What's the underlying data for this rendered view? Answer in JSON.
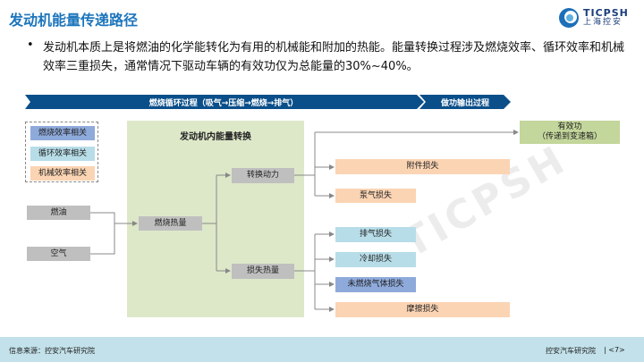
{
  "header": {
    "title": "发动机能量传递路径",
    "logo_en": "TICPSH",
    "logo_cn": "上海控安"
  },
  "bullet": {
    "marker": "•",
    "text": "发动机本质上是将燃油的化学能转化为有用的机械能和附加的热能。能量转换过程涉及燃烧效率、循环效率和机械效率三重损失，通常情况下驱动车辆的有效功仅为总能量的30%~40%。"
  },
  "banners": {
    "combustion": "燃烧循环过程（吸气→压缩→燃烧→排气）",
    "output": "做功输出过程"
  },
  "legend": [
    "燃烧效率相关",
    "循环效率相关",
    "机械效率相关"
  ],
  "diagram": {
    "panel_title": "发动机内能量转换",
    "fuel": "燃油",
    "air": "空气",
    "heat": "燃烧热量",
    "power": "转换动力",
    "heat_loss": "损失热量",
    "useful_work": "有效功",
    "useful_work_sub": "（传递到变速箱）",
    "accessory_loss": "附件损失",
    "pump_loss": "泵气损失",
    "exhaust_loss": "排气损失",
    "cooling_loss": "冷却损失",
    "unburned_loss": "未燃烧气体损失",
    "friction_loss": "摩擦损失"
  },
  "footer": {
    "source": "信息来源：控安汽车研究院",
    "org": "控安汽车研究院",
    "page": "|  <7>"
  },
  "colors": {
    "accent": "#1c75bc",
    "banner": "#0b4f8a",
    "panel": "#dde8c9",
    "footer": "#c2e1ea"
  }
}
